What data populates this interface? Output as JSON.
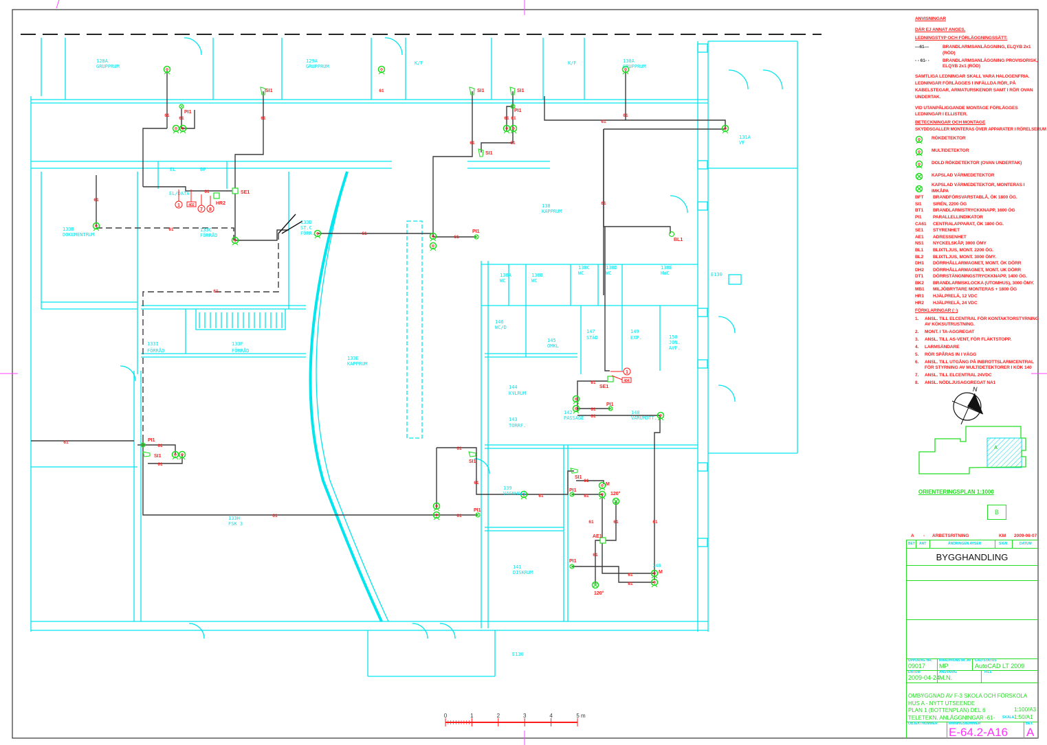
{
  "rooms": {
    "r128a": [
      "128A",
      "GRUPPRUM"
    ],
    "r129a": [
      "129A",
      "GRUPPRUM"
    ],
    "r130a": [
      "130A",
      "GRUPPRUM"
    ],
    "r131a": [
      "131A",
      "VF"
    ],
    "kf": "K/F",
    "el": "EL",
    "bp": "BP",
    "eldata": "EL/DATA",
    "r133b": [
      "133B",
      "DOKUMENTRUM"
    ],
    "r133c": [
      "133C",
      "FÖRRÅD"
    ],
    "r133d": [
      "133D",
      "ST.C",
      "FÖRR."
    ],
    "r133e": [
      "133E",
      "KAPPRUM"
    ],
    "r133f": [
      "133F",
      "FÖRRÅD"
    ],
    "r133i": [
      "133I",
      "FÖRRÅD"
    ],
    "r133h": [
      "133H",
      "FSK 3"
    ],
    "r138": [
      "138",
      "KAPPRUM"
    ],
    "r138a": [
      "138A",
      "WC"
    ],
    "r138b": [
      "138B",
      "WC"
    ],
    "r138c": [
      "138C",
      "WC"
    ],
    "r138d": [
      "138D",
      "WC"
    ],
    "r138e": [
      "138E",
      "HWC"
    ],
    "e130": "E130",
    "r146": [
      "146",
      "WC/D"
    ],
    "r145": [
      "145",
      "OMKL"
    ],
    "r147": [
      "147",
      "STÄD"
    ],
    "r149": [
      "149",
      "EXP."
    ],
    "r150": [
      "150",
      "JON.",
      "AVF."
    ],
    "r144": [
      "144",
      "KYLRUM"
    ],
    "r143": [
      "143",
      "TORRF."
    ],
    "r142": [
      "142",
      "PASSAGE"
    ],
    "r148": [
      "148",
      "VARUMOTT."
    ],
    "r139": [
      "139",
      "VAGNHALL"
    ],
    "r141": [
      "141",
      "DISKRUM"
    ],
    "r140": "140"
  },
  "devices": {
    "si1": "SI1",
    "pi1": "PI1",
    "se1": "SE1",
    "hr2": "HR2",
    "bl1": "BL1",
    "ae1": "AE1",
    "wire": "61",
    "deg120": "120°",
    "m": "M",
    "n1": "1",
    "n7": "7",
    "n8": "8",
    "tag402": "402",
    "tag404": "404"
  },
  "legend": {
    "title": "ANVISNINGAR",
    "note1": "DÄR EJ ANNAT ANGES.",
    "cabletype": "LEDNINGSTYP OCH FÖRLÄGGNINGSSÄTT:",
    "line_solid": "BRANDLARMSANLÄGGNING, ELQYB 2x1 (RÖD)",
    "line_dashed": "BRANDLARMSANLÄGGNING PROVISORISK, ELQYB 2x1 (RÖD)",
    "text1": "SAMTLIGA LEDNINGAR SKALL VARA HALOGENFRIA. LEDNINGAR FÖRLÄGGES I INFÄLLDA RÖR, PÅ KABELSTEGAR, ARMATURSKENOR SAMT I RÖR OVAN UNDERTAK.",
    "text2": "VID UTANPÅLIGGANDE MONTAGE FÖRLÄGGES LEDNINGAR I ELLISTER.",
    "symbols_title": "BETECKNINGAR OCH MONTAGE",
    "guard_note": "SKYDDSGALLER MONTERAS ÖVER APPARATER I RÖRELSERUM",
    "symbols": [
      {
        "label": "RÖKDETEKTOR"
      },
      {
        "label": "MULTIDETEKTOR"
      },
      {
        "label": "DOLD RÖKDETEKTOR (OVAN UNDERTAK)"
      },
      {
        "label": "KAPSLAD VÄRMEDETEKTOR"
      },
      {
        "label": "KAPSLAD VÄRMEDETEKTOR, MONTERAS I IMKÅPA"
      }
    ],
    "codes": [
      [
        "BFT",
        "BRANDFÖRSVARSTABLÅ, ÖK 1800 ÖG."
      ],
      [
        "SI1",
        "SIRÉN, 2200 ÖG"
      ],
      [
        "BT1",
        "BRANDLARMSTRYCKKNAPP, 1600 ÖG"
      ],
      [
        "PI1",
        "PARALLELLINDIKATOR"
      ],
      [
        "CA61",
        "CENTRALAPPARAT, ÖK 1800 ÖG."
      ],
      [
        "SE1",
        "STYRENHET"
      ],
      [
        "AE1",
        "ADRESSENHET"
      ],
      [
        "NS1",
        "NYCKELSKÅP, 3000 ÖMY"
      ],
      [
        "BL1",
        "BLIXTLJUS, MONT. 2200 ÖG."
      ],
      [
        "BL2",
        "BLIXTLJUS, MONT. 3000 ÖMY."
      ],
      [
        "DH1",
        "DÖRRHÅLLARMAGNET, MONT. ÖK DÖRR"
      ],
      [
        "DH2",
        "DÖRRHÅLLARMAGNET, MONT. UK DÖRR"
      ],
      [
        "DT1",
        "DÖRRSTÄNGNINGSTRYCKKNAPP, 1400 ÖG."
      ],
      [
        "BK2",
        "BRANDLARMSKLOCKA (UTOMHUS), 3000 ÖMY."
      ],
      [
        "MB1",
        "MILJÖBRYTARE MONTERAS + 1800 ÖG"
      ],
      [
        "HR1",
        "HJÄLPRELÄ, 12 VDC"
      ],
      [
        "HR2",
        "HJÄLPRELÄ, 24 VDC"
      ]
    ],
    "notes_title": "FÖRKLARINGAR (○)",
    "notes": [
      [
        "1.",
        "ANSL. TILL ELCENTRAL FÖR KONTAKTORSTYRNING AV KÖKSUTRUSTNING."
      ],
      [
        "2.",
        "MONT. I  TA-AGGREGAT"
      ],
      [
        "3.",
        "ANSL. TILL AS-VENT, FÖR FLÄKTSTOPP."
      ],
      [
        "4.",
        "LARMSÄNDARE"
      ],
      [
        "5.",
        "RÖR SPÅRAS IN I VÄGG"
      ],
      [
        "6.",
        "ANSL. TILL UTGÅNG PÅ INBROTTSLARMCENTRAL FÖR STYRNING AV MULTIDETEKTORER I KÖK 140"
      ],
      [
        "7.",
        "ANSL. TILL ELCENTRAL 24VDC"
      ],
      [
        "8.",
        "ANSL. NÖDLJUSAGGREGAT NA1"
      ]
    ]
  },
  "orientation": {
    "north": "N",
    "area_a": "A",
    "title": "ORIENTERINGSPLAN 1:1000",
    "box_b": "B"
  },
  "title_block": {
    "revision": {
      "bet": "A",
      "ant": "-",
      "text": "ARBETSRITNING",
      "sign": "KM",
      "date": "2009-08-07"
    },
    "headers": {
      "bet": "BET",
      "ant": "ANT",
      "change": "ÄNDRINGEN AVSER",
      "sign": "SIGN",
      "date": "DATUM"
    },
    "status": "BYGGHANDLING",
    "uppdrag_label": "UPPDRAG NR.",
    "uppdrag": "09017",
    "ritad_label": "RITAD/KONSTR. AV",
    "ritad": "MP",
    "cad_label": "CAD-STATUS",
    "cad": "AutoCAD LT 2009",
    "datum_label": "DATUM",
    "datum": "2009-04-24",
    "ansvarig_label": "ANSVARIG",
    "ansvarig": "M.N.",
    "file_label": "FILE",
    "project": [
      "OMBYGGNAD AV F-3 SKOLA OCH FÖRSKOLA",
      "HUS A - NYTT UTSEENDE",
      "PLAN 1  (BOTTENPLAN) DEL 6",
      "TELETEKN. ANLÄGGNINGAR -61-"
    ],
    "scale1": "1:100/A3",
    "skala_label": "SKALA",
    "scale2": "1:50/A1",
    "objekt_label": "OBJEKTNUMMER",
    "ritning_label": "RITNINGSNUMMER",
    "ritning": "E-64.2-A16",
    "bet_label": "BET.",
    "bet": "A"
  },
  "scale_bar": {
    "ticks": [
      "0",
      "1",
      "2",
      "3",
      "4",
      "5 m"
    ]
  }
}
